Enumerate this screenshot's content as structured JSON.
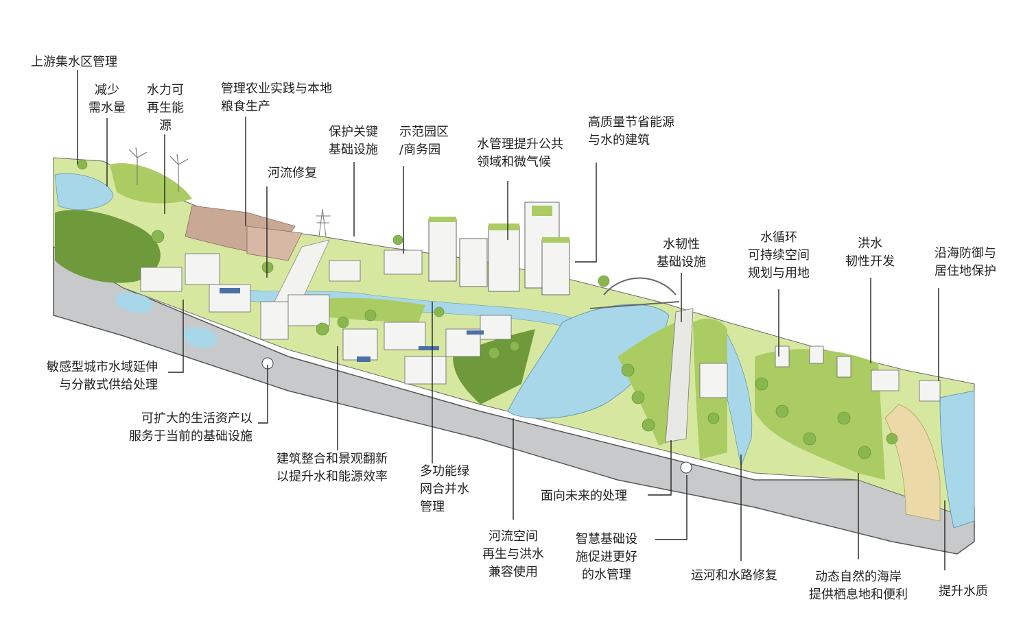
{
  "labels": {
    "upstream": [
      "上游集水区管理"
    ],
    "reduce_demand": [
      "减少",
      "需水量"
    ],
    "hydro": [
      "水力可",
      "再生能",
      "源"
    ],
    "agri": [
      "管理农业实践与本地",
      "粮食生产"
    ],
    "critical_infra": [
      "保护关键",
      "基础设施"
    ],
    "demo_park": [
      "示范园区",
      "/商务园"
    ],
    "river_restore": [
      "河流修复"
    ],
    "public_realm": [
      "水管理提升公共",
      "领域和微气候"
    ],
    "green_building": [
      "高质量节省能源",
      "与水的建筑"
    ],
    "resilient_infra": [
      "水韧性",
      "基础设施"
    ],
    "water_cycle": [
      "水循环",
      "可持续空间",
      "规划与用地"
    ],
    "flood": [
      "洪水",
      "韧性开发"
    ],
    "coastal": [
      "沿海防御与",
      "居住地保护"
    ],
    "sensitive_urban": [
      "敏感型城市水域延伸",
      "与分散式供给处理"
    ],
    "scalable_assets": [
      "可扩大的生活资产以",
      "服务于当前的基础设施"
    ],
    "building_integration": [
      "建筑整合和景观翻新",
      "以提升水和能源效率"
    ],
    "multifunction_green": [
      "多功能绿",
      "网合并水",
      "管理"
    ],
    "future_treatment": [
      "面向未来的处理"
    ],
    "river_space": [
      "河流空间",
      "再生与洪水",
      "兼容使用"
    ],
    "smart_infra": [
      "智慧基础设",
      "施促进更好",
      "的水管理"
    ],
    "canal": [
      "运河和水路修复"
    ],
    "dynamic_coast": [
      "动态自然的海岸",
      "提供栖息地和便利"
    ],
    "water_quality": [
      "提升水质"
    ]
  },
  "colors": {
    "ground": "#c8c9cb",
    "ground_edge": "#555555",
    "water": "#a9d7ea",
    "green_light": "#d6e8a0",
    "green_mid": "#aacc62",
    "green_dark": "#6f9a3c",
    "farm": "#c9a996",
    "sand": "#ecd9a8",
    "building": "#f4f4f2",
    "leader": "#222222"
  }
}
